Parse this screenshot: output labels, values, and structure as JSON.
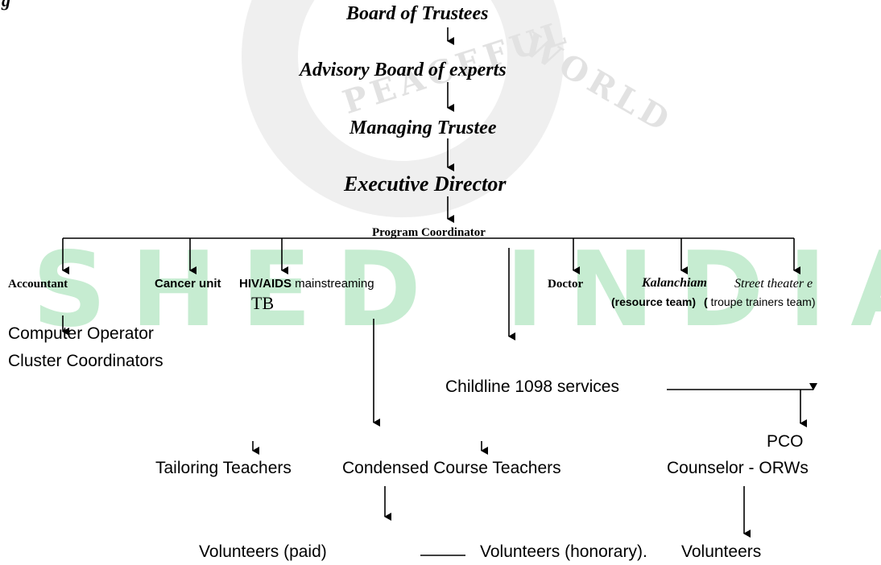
{
  "watermark": {
    "big_text": "SHED INDIA",
    "seal_text_left": "PEACEFUL",
    "seal_text_right": "WORLD"
  },
  "colors": {
    "watermark_green": "#c6ecd1",
    "watermark_gray": "#e2e2e2",
    "line": "#000000"
  },
  "chart": {
    "heading_fragment": "g",
    "board_of_trustees": "Board of Trustees",
    "advisory_board": "Advisory Board of experts",
    "managing_trustee": "Managing Trustee",
    "executive_director": "Executive Director",
    "program_coordinator": "Program Coordinator",
    "accountant": "Accountant",
    "cancer_unit": "Cancer unit",
    "hiv_bold": "HIV/AIDS",
    "hiv_rest": " mainstreaming",
    "tb": "TB",
    "doctor": "Doctor",
    "kalanchiam": "Kalanchiam",
    "resource_team": "(resource team)",
    "street_theater": "Street theater e",
    "troupe_paren": "(",
    "troupe_rest": " troupe trainers team)",
    "computer_operator": "Computer Operator",
    "cluster_coordinators": "Cluster Coordinators",
    "childline": "Childline 1098 services",
    "pco": "PCO",
    "tailoring_teachers": "Tailoring Teachers",
    "condensed_course_teachers": "Condensed Course Teachers",
    "counselor_orws": "Counselor - ORWs",
    "volunteers_paid": "Volunteers (paid)",
    "volunteers_honorary": "Volunteers (honorary).",
    "volunteers": "Volunteers"
  }
}
